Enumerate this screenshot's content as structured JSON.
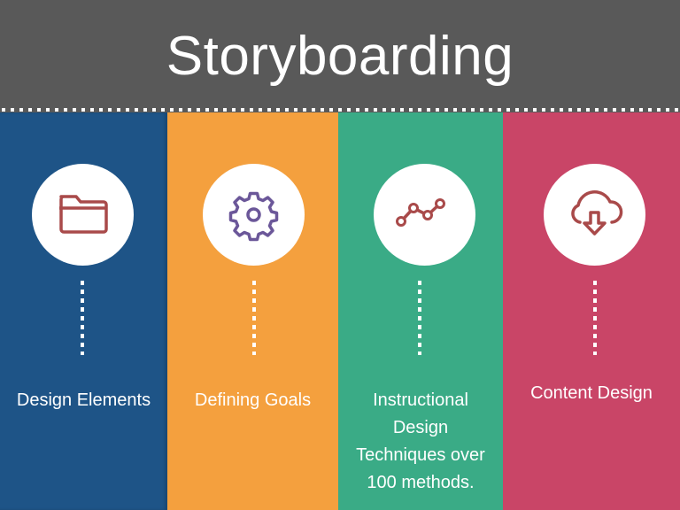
{
  "title": "Storyboarding",
  "colors": {
    "header": "#595959",
    "blue": "#1e5487",
    "orange": "#f4a03e",
    "green": "#3aab86",
    "pink": "#c94567",
    "icon_red": "#a94a4a",
    "icon_purple": "#6b5799"
  },
  "columns": [
    {
      "label": "Design Elements",
      "icon": "folder-icon",
      "color": "#1e5487"
    },
    {
      "label": "Defining Goals",
      "icon": "gear-icon",
      "color": "#f4a03e"
    },
    {
      "label": "Instructional Design Techniques over 100 methods.",
      "lines": [
        "Instructional",
        "Design",
        "Techniques over",
        "100 methods."
      ],
      "icon": "line-chart-icon",
      "color": "#3aab86"
    },
    {
      "label": "Content Design",
      "icon": "cloud-download-icon",
      "color": "#c94567"
    }
  ]
}
